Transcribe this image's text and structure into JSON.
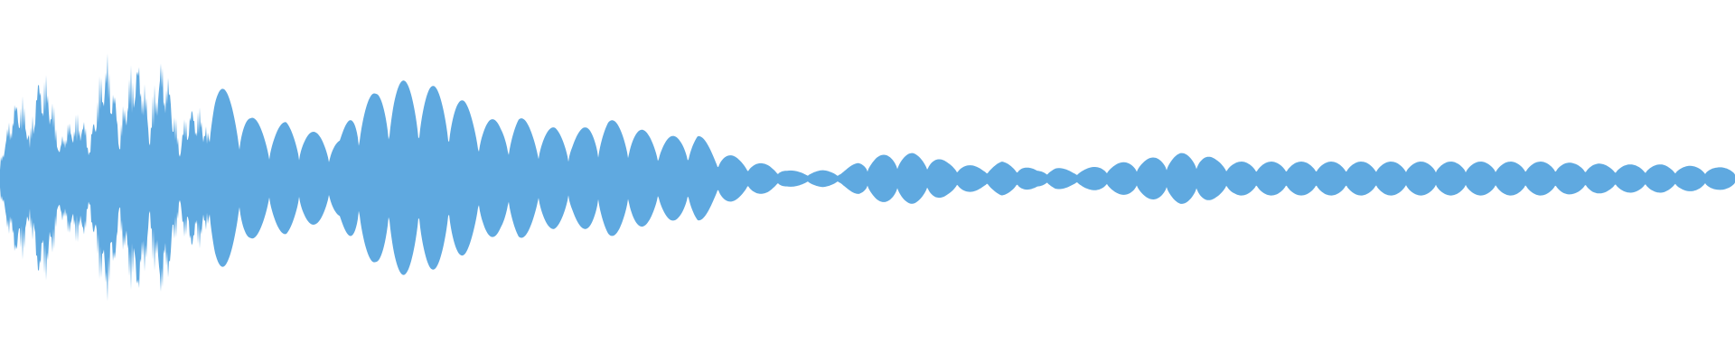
{
  "colors": {
    "background": "#ffffff",
    "waveform": "#5fa9e0"
  },
  "waveform": {
    "envelope": [
      0.32,
      0.62,
      0.86,
      0.66,
      0.42,
      0.6,
      0.92,
      0.78,
      0.95,
      0.9,
      0.6,
      0.52,
      0.68,
      0.58,
      0.44,
      0.36,
      0.4,
      0.34,
      0.32,
      0.28,
      0.58,
      0.6,
      0.7,
      0.68,
      0.66,
      0.62,
      0.54,
      0.44,
      0.4,
      0.44,
      0.36,
      0.36,
      0.32,
      0.38,
      0.42,
      0.38,
      0.34,
      0.3,
      0.3,
      0.32,
      0.2,
      0.16,
      0.12,
      0.1,
      0.06,
      0.05,
      0.06,
      0.05,
      0.12,
      0.16,
      0.18,
      0.18,
      0.16,
      0.12,
      0.1,
      0.08,
      0.12,
      0.1,
      0.06,
      0.08,
      0.06,
      0.08,
      0.1,
      0.12,
      0.14,
      0.16,
      0.18,
      0.18,
      0.14,
      0.12,
      0.12,
      0.12,
      0.12,
      0.12,
      0.12,
      0.12,
      0.12,
      0.12,
      0.12,
      0.12,
      0.12,
      0.12,
      0.12,
      0.12,
      0.12,
      0.12,
      0.12,
      0.12,
      0.11,
      0.11,
      0.1,
      0.1,
      0.1,
      0.1,
      0.09,
      0.09,
      0.08,
      0.08
    ],
    "cycles": 58
  }
}
